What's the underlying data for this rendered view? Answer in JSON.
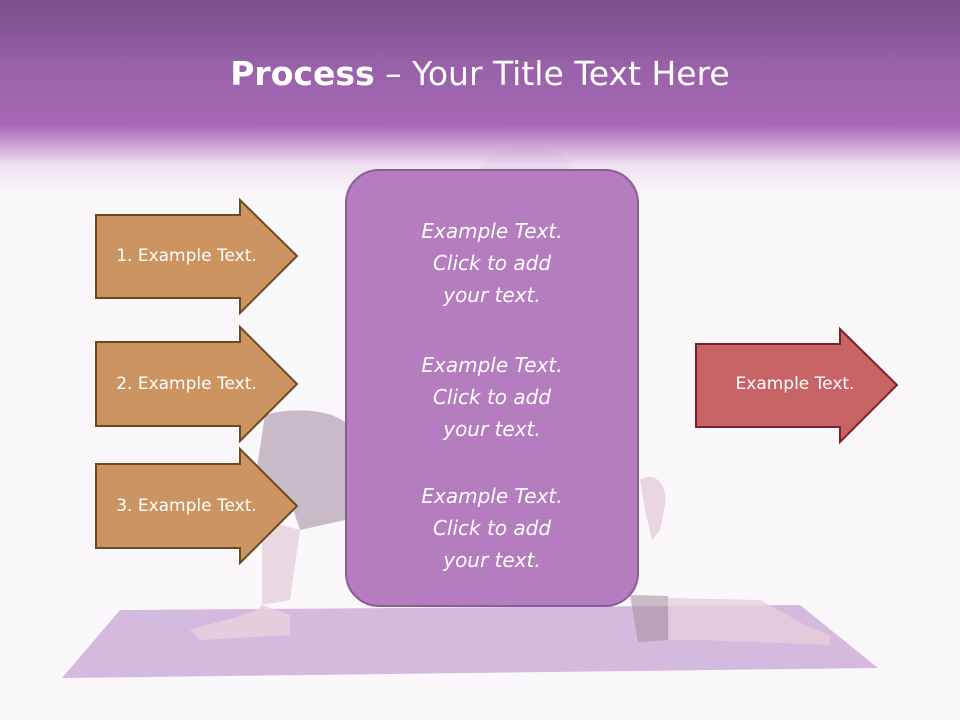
{
  "title": {
    "bold": "Process",
    "rest": " – Your Title Text Here"
  },
  "left_arrows": [
    {
      "label": "1. Example Text."
    },
    {
      "label": "2. Example Text."
    },
    {
      "label": "3. Example Text."
    }
  ],
  "center_box": {
    "paragraphs": [
      {
        "line1": "Example Text.",
        "line2": "Click  to add",
        "line3": "your text."
      },
      {
        "line1": "Example Text.",
        "line2": "Click  to add",
        "line3": "your text."
      },
      {
        "line1": "Example Text.",
        "line2": "Click  to add",
        "line3": "your text."
      }
    ]
  },
  "right_arrow": {
    "label": "Example Text."
  },
  "colors": {
    "header": "#a868b6",
    "left_arrow_fill": "#cc9460",
    "left_arrow_stroke": "#6a4a23",
    "center_box_fill": "#b57cc0",
    "right_arrow_fill": "#c86466",
    "right_arrow_stroke": "#7a2226",
    "mat": "#c8a6d6"
  }
}
